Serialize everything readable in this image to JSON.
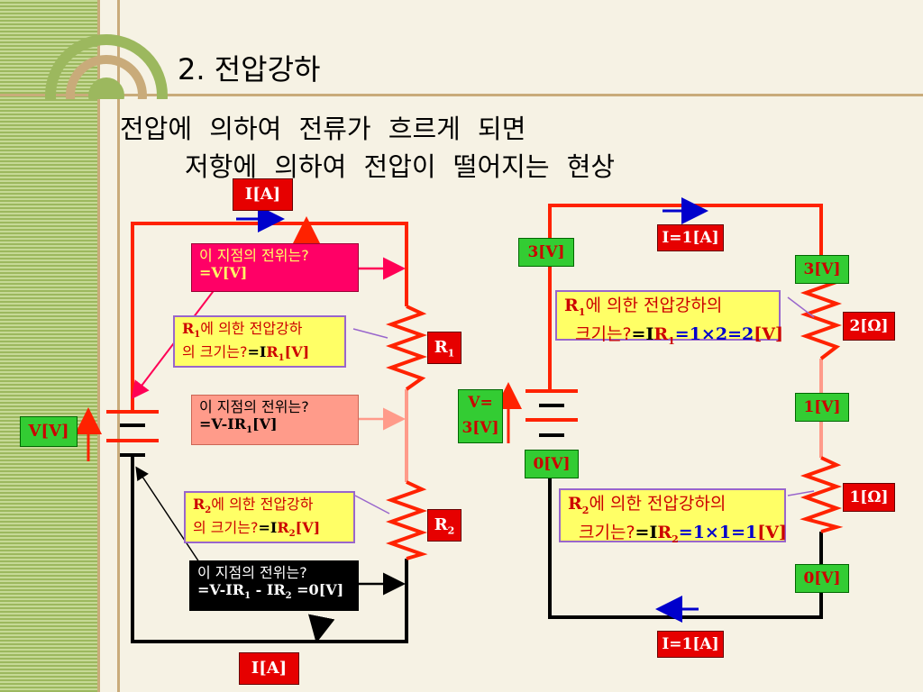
{
  "slide": {
    "title": "2.  전압강하",
    "subtitle_line1": "전압에 의하여 전류가 흐르게 되면",
    "subtitle_line2": "저항에 의하여 전압이 떨어지는 현상"
  },
  "left_circuit": {
    "current_top": "I[A]",
    "current_bottom": "I[A]",
    "voltage_source": "V[V]",
    "r1_label": "R",
    "r1_sub": "1",
    "r2_label": "R",
    "r2_sub": "2",
    "q_potential_top": {
      "line1": "이 지점의 전위는?",
      "line2": "=V[V]"
    },
    "q_drop_r1": {
      "r": "R",
      "sub": "1",
      "text1": "에 의한 전압강하",
      "text2": "의 크기는?",
      "eq_pre": "=I",
      "eq_r": "R",
      "eq_sub": "1",
      "eq_post": "[V]"
    },
    "q_potential_mid": {
      "line1": "이 지점의 전위는?",
      "line2_pre": "=V",
      "line2_minus": "-",
      "line2_ir": "IR",
      "line2_sub": "1",
      "line2_post": "[V]"
    },
    "q_drop_r2": {
      "r": "R",
      "sub": "2",
      "text1": "에 의한 전압강하",
      "text2": "의 크기는?",
      "eq_pre": "=I",
      "eq_r": "R",
      "eq_sub": "2",
      "eq_post": "[V]"
    },
    "q_potential_bottom": {
      "line1": "이 지점의 전위는?",
      "line2_pre": "=V",
      "line2_minus": "-",
      "line2_ir1": "IR",
      "line2_sub1": "1",
      "line2_minus2": " - ",
      "line2_ir2": " IR",
      "line2_sub2": "2",
      "line2_post": " =0[V]"
    }
  },
  "right_circuit": {
    "current_top": "I=1[A]",
    "current_bottom": "I=1[A]",
    "node_3v_left": "3[V]",
    "node_3v_right": "3[V]",
    "node_1v": "1[V]",
    "node_0v_left": "0[V]",
    "node_0v_right": "0[V]",
    "source_v_line1": "V=",
    "source_v_line2": "3[V]",
    "resistor_top": "2[Ω]",
    "resistor_bottom": "1[Ω]",
    "drop_r1": {
      "r": "R",
      "sub": "1",
      "text1": "에 의한 전압강하의",
      "text2": "크기는?",
      "eq_pre": "=I",
      "eq_r": "R",
      "eq_sub": "1",
      "eq_mid": "=1×2=2",
      "eq_post": "[V]"
    },
    "drop_r2": {
      "r": "R",
      "sub": "2",
      "text1": "에 의한 전압강하의",
      "text2": "크기는?",
      "eq_pre": "=I",
      "eq_r": "R",
      "eq_sub": "2",
      "eq_mid": "=1×1=1",
      "eq_post": "[V]"
    }
  },
  "colors": {
    "wire": "#ff2200",
    "label_red": "#e60000",
    "label_green": "#33cc33",
    "arrow_blue": "#0000cc",
    "box_yellow": "#ffff66",
    "box_pink": "#ff0066",
    "box_salmon": "#ff9b8a"
  }
}
